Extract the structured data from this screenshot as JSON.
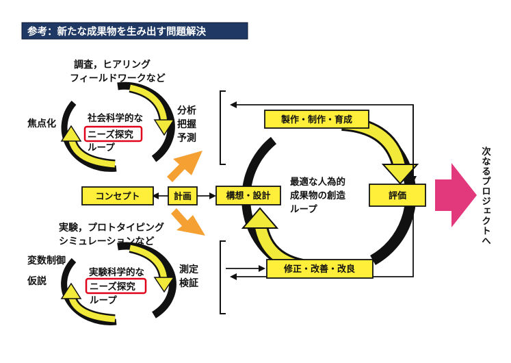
{
  "header": {
    "title": "参考：新たな成果物を生み出す問題解決",
    "bg_color": "#1f3864",
    "text_color": "#ffffff"
  },
  "colors": {
    "box_fill": "#ffef3a",
    "arrow_yellow": "#f2ea3a",
    "ring_black": "#111111",
    "orange_arrow": "#f5a033",
    "pink_arrow": "#e2387c",
    "red_highlight": "#e0001a"
  },
  "top_loop": {
    "top_note_line1": "調査，ヒアリング",
    "top_note_line2": "フィールドワークなど",
    "left_label": "焦点化",
    "inner_line1": "社会科学的な",
    "inner_line2": "ニーズ探究",
    "inner_line3": "ループ",
    "right_line1": "分析",
    "right_line2": "把握",
    "right_line3": "予測"
  },
  "bottom_loop": {
    "top_note_line1": "実験，プロトタイピング",
    "top_note_line2": "シミュレーションなど",
    "left_label1": "変数制御",
    "left_label2": "仮説",
    "inner_line1": "実験科学的な",
    "inner_line2": "ニーズ探究",
    "inner_line3": "ループ",
    "right_line1": "測定",
    "right_line2": "検証"
  },
  "boxes": {
    "concept": "コンセプト",
    "plan": "計画",
    "design": "構想・設計",
    "produce": "製作・制作・育成",
    "evaluate": "評価",
    "revise": "修正・改善・改良"
  },
  "main_loop": {
    "line1": "最適な人為的",
    "line2": "成果物の創造",
    "line3": "ループ"
  },
  "next_project": "次なるプロジェクトへ"
}
